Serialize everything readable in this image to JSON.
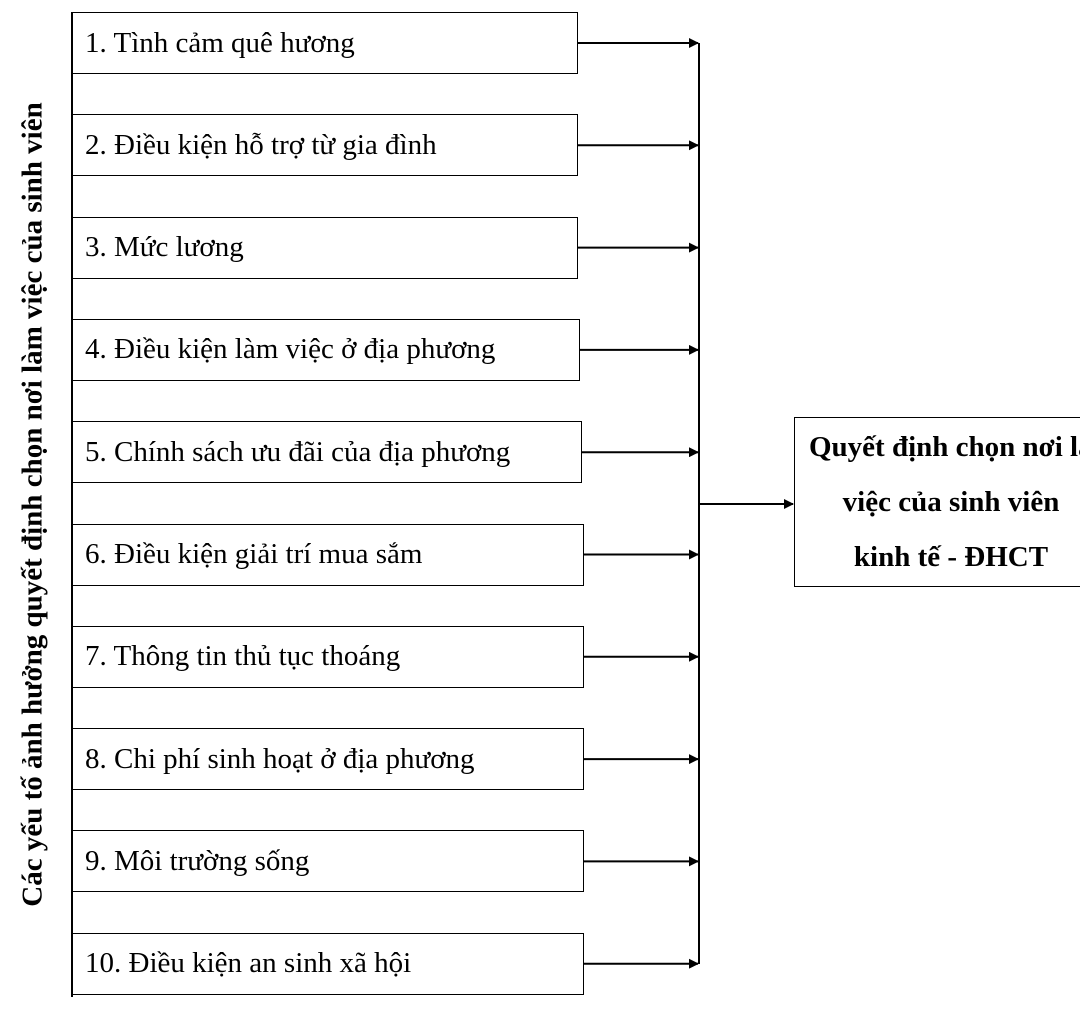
{
  "factors_label": "Các yếu tố ảnh hưởng quyết định chọn nơi làm việc của sinh viên",
  "factors": [
    "1. Tình cảm quê hương",
    "2. Điều kiện hỗ trợ từ gia đình",
    "3. Mức lương",
    "4. Điều kiện làm việc ở địa phương",
    "5. Chính sách ưu đãi của địa phương",
    "6. Điều kiện giải trí mua sắm",
    "7. Thông tin thủ tục thoáng",
    "8. Chi phí sinh hoạt ở địa phương",
    "9. Môi trường sống",
    "10. Điều kiện an sinh xã hội"
  ],
  "outcome": {
    "lines": [
      "Quyết định chọn nơi làm",
      "việc của sinh viên",
      "kinh tế - ĐHCT"
    ]
  }
}
